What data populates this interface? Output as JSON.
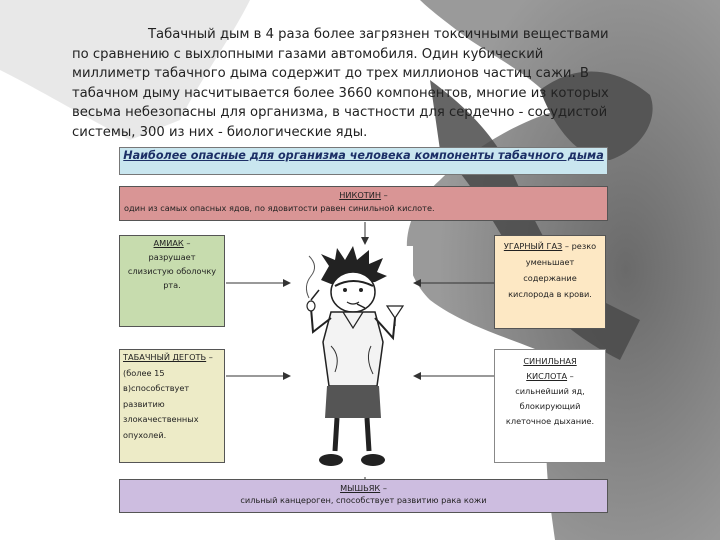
{
  "intro_text": "Табачный дым в 4 раза более загрязнен токсичными веществами по сравнению с выхлопными газами автомобиля. Один кубический миллиметр табачного дыма содержит до трех миллионов частиц сажи. В табачном дыму насчитывается более 3660 компонентов, многие из которых весьма небезопасны для организма, в частности для сердечно - сосудистой системы, 300 из них - биологические яды.",
  "header": {
    "title": "Наиболее опасные для организма человека компоненты табачного дыма"
  },
  "nicotine": {
    "name": "НИКОТИН",
    "dash": " –",
    "desc": "один из самых опасных ядов, по ядовитости равен синильной кислоте."
  },
  "ammonia": {
    "name": "АМИАК",
    "dash": " –",
    "line1": "разрушает",
    "line2": "слизистую оболочку",
    "line3": "рта."
  },
  "carbon_monoxide": {
    "name": "УГАРНЫЙ ГАЗ",
    "dash": " – резко",
    "line1": "уменьшает",
    "line2": "содержание",
    "line3": "кислорода в крови."
  },
  "tar": {
    "name": "ТАБАЧНЫЙ ДЕГОТЬ",
    "dash": " –",
    "line1": "(более 15",
    "line2": "в)способствует",
    "line3": "развитию",
    "line4": "злокачественных",
    "line5": "опухолей."
  },
  "hydrocyanic_acid": {
    "name1": "СИНИЛЬНАЯ",
    "name2": "КИСЛОТА",
    "dash": " –",
    "line1": "сильнейший яд,",
    "line2": "блокирующий",
    "line3": "клеточное дыхание."
  },
  "arsenic": {
    "name": "МЫШЬЯК",
    "dash": " –",
    "desc": "сильный канцероген, способствует развитию рака кожи"
  },
  "icons": {
    "figure": "smoking-boy-illustration",
    "silhouette": "smoker-silhouette"
  },
  "colors": {
    "header_bg": "#c9e6ef",
    "nicotine_bg": "#d99595",
    "ammonia_bg": "#c7dcae",
    "co_bg": "#fde8c4",
    "tar_bg": "#edebc7",
    "arsenic_bg": "#cdbde0",
    "silhouette": "#5d5d5d"
  }
}
